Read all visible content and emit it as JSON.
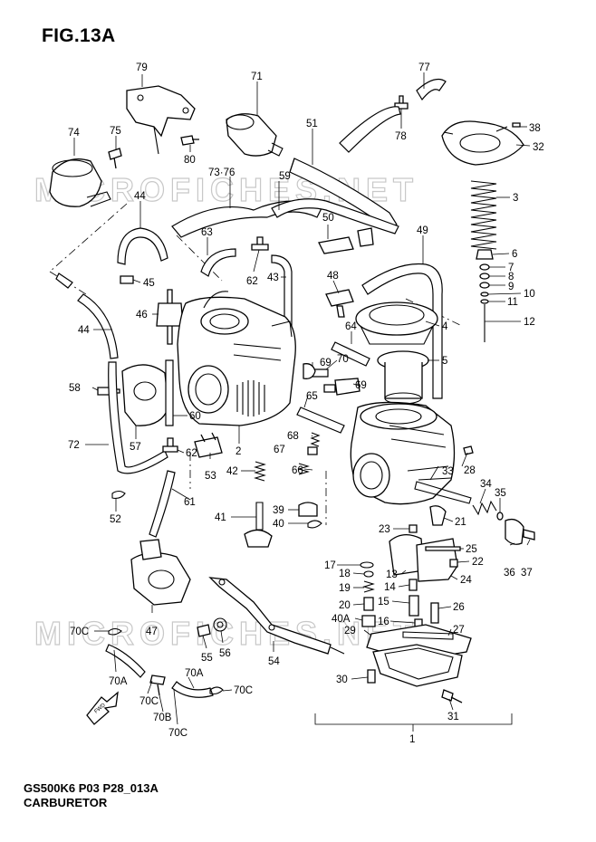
{
  "figure_title": "FIG.13A",
  "model_code": "GS500K6 P03 P28_013A",
  "section_name": "CARBURETOR",
  "watermark": "MICROFICHES.NET",
  "front_arrow_text": "FWD",
  "callouts": {
    "c79": "79",
    "c71": "71",
    "c77": "77",
    "c74": "74",
    "c75": "75",
    "c80": "80",
    "c51": "51",
    "c78": "78",
    "c38": "38",
    "c32": "32",
    "c7376": "73·76",
    "c59": "59",
    "c3": "3",
    "c44a": "44",
    "c50": "50",
    "c49": "49",
    "c63": "63",
    "c6": "6",
    "c7": "7",
    "c8": "8",
    "c9": "9",
    "c10": "10",
    "c11": "11",
    "c12": "12",
    "c45": "45",
    "c62a": "62",
    "c43": "43",
    "c48": "48",
    "c46": "46",
    "c44b": "44",
    "c64": "64",
    "c4": "4",
    "c70": "70",
    "c69a": "69",
    "c5": "5",
    "c58": "58",
    "c69b": "69",
    "c65": "65",
    "c60": "60",
    "c72": "72",
    "c57": "57",
    "c62b": "62",
    "c2": "2",
    "c68": "68",
    "c67": "67",
    "c28": "28",
    "c53": "53",
    "c42": "42",
    "c66": "66",
    "c33": "33",
    "c34": "34",
    "c35": "35",
    "c61": "61",
    "c52": "52",
    "c39": "39",
    "c21": "21",
    "c41": "41",
    "c40a": "40",
    "c23": "23",
    "c25": "25",
    "c22": "22",
    "c36": "36",
    "c37": "37",
    "c17": "17",
    "c18": "18",
    "c13": "13",
    "c24": "24",
    "c19": "19",
    "c14": "14",
    "c20": "20",
    "c15": "15",
    "c26": "26",
    "c40b": "40A",
    "c16": "16",
    "c47": "47",
    "c70c1": "70C",
    "c29": "29",
    "c27": "27",
    "c55": "55",
    "c56": "56",
    "c54": "54",
    "c70a1": "70A",
    "c70a2": "70A",
    "c30": "30",
    "c70c2": "70C",
    "c70c3": "70C",
    "c70b": "70B",
    "c70c4": "70C",
    "c31": "31",
    "c1": "1"
  }
}
